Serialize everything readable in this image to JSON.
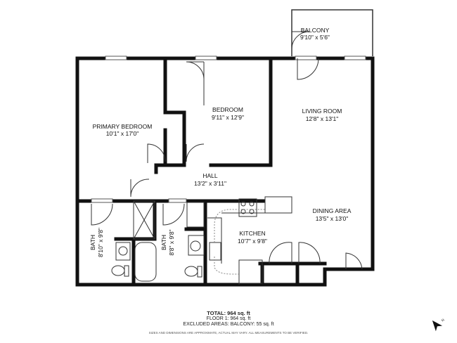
{
  "rooms": [
    {
      "name": "BALCONY",
      "size": "9'10\" x 5'6\""
    },
    {
      "name": "PRIMARY BEDROOM",
      "size": "10'1\" x 17'0\""
    },
    {
      "name": "BEDROOM",
      "size": "9'11\" x 12'9\""
    },
    {
      "name": "LIVING ROOM",
      "size": "12'8\" x 13'1\""
    },
    {
      "name": "HALL",
      "size": "13'2\" x 3'11\""
    },
    {
      "name": "DINING AREA",
      "size": "13'5\" x 13'0\""
    },
    {
      "name": "KITCHEN",
      "size": "10'7\" x 9'8\""
    },
    {
      "name": "BATH",
      "size": "8'10\" x 9'8\""
    },
    {
      "name": "BATH",
      "size": "8'8\" x 9'8\""
    }
  ],
  "footer": {
    "total": "TOTAL: 964 sq. ft",
    "floor": "FLOOR 1: 964 sq. ft",
    "excluded": "EXCLUDED AREAS: BALCONY: 55 sq. ft",
    "disclaimer": "SIZES AND DIMENSIONS ARE APPROXIMATE, ACTUAL MAY VARY. ALL MEASUREMENTS TO BE VERIFIED."
  },
  "compass": {
    "label": "N"
  }
}
